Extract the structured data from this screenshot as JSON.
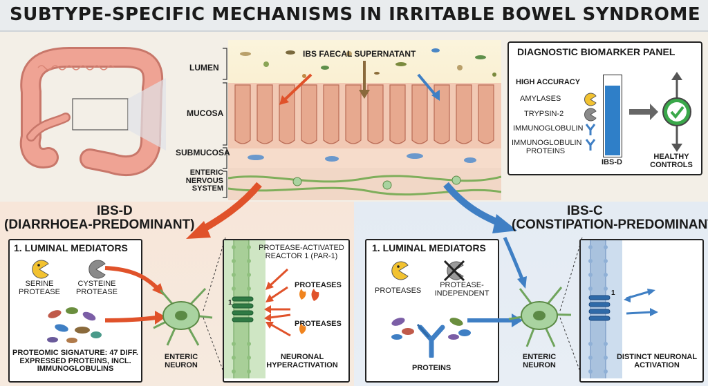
{
  "title": "SUBTYPE-SPECIFIC MECHANISMS IN IRRITABLE BOWEL SYNDROME",
  "tissue": {
    "supernatant_label": "IBS FAECAL SUPERNATANT",
    "layers": [
      "LUMEN",
      "MUCOSA",
      "SUBMUCOSA",
      "ENTERIC NERVOUS SYSTEM"
    ]
  },
  "biomarker_panel": {
    "title": "DIAGNOSTIC BIOMARKER PANEL",
    "items": [
      "HIGH ACCURACY",
      "AMYLASES",
      "TRYPSIN-2",
      "IMMUNOGLOBULIN",
      "IMMUNOGLOBULIN PROTEINS"
    ],
    "bar_label": "IBS-D",
    "bar_fill": 0.9,
    "result_label": "HEALTHY CONTROLS"
  },
  "ibs_d": {
    "title": "IBS-D",
    "subtitle": "(DIARRHOEA-PREDOMINANT)",
    "mediators_title": "1. LUMINAL MEDIATORS",
    "serine": "SERINE PROTEASE",
    "cysteine": "CYSTEINE PROTEASE",
    "proteomic": "PROTEOMIC SIGNATURE: 47 DIFF. EXPRESSED PROTEINS, INCL. IMMUNOGLOBULINS",
    "neuron": "ENTERIC NEURON",
    "par_label": "PROTEASE-ACTIVATED REACTOR 1 (PAR-1)",
    "receptor_number": "1",
    "proteases_1": "PROTEASES",
    "proteases_2": "PROTEASES",
    "hyperactivation": "NEURONAL HYPERACTIVATION"
  },
  "ibs_c": {
    "title": "IBS-C",
    "subtitle": "(CONSTIPATION-PREDOMINANT)",
    "mediators_title": "1. LUMINAL MEDIATORS",
    "proteases": "PROTEASES",
    "protease_independent": "PROTEASE-INDEPENDENT",
    "proteins": "PROTEINS",
    "neuron": "ENTERIC NEURON",
    "receptor_number": "1",
    "distinct": "DISTINCT NEURONAL ACTIVATION"
  },
  "colors": {
    "ibs_d_arrow": "#e0522a",
    "ibs_c_arrow": "#3f7fc4",
    "serine": "#f2c230",
    "cysteine": "#8a8a8a",
    "neuron": "#a9d3a0",
    "check": "#3aa84a",
    "bar": "#2f7fc8"
  }
}
